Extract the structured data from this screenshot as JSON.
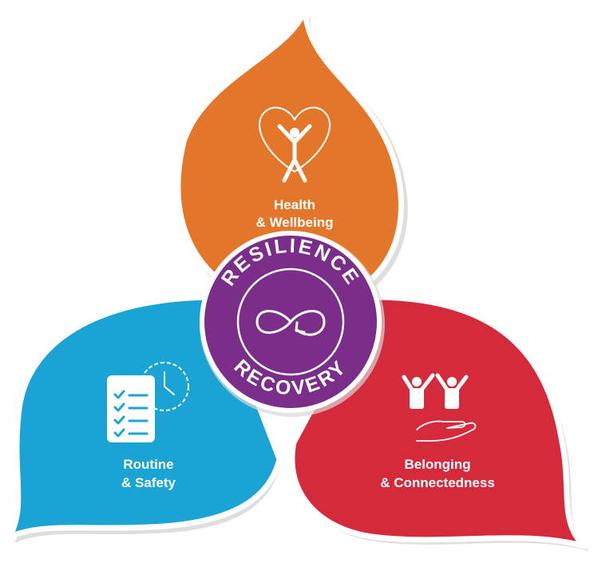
{
  "colors": {
    "health": "#E4762A",
    "routine": "#1AA3D5",
    "belonging": "#D42A3B",
    "center": "#7A2E8A",
    "outline": "#ffffff",
    "shadow": "#cfcfcf"
  },
  "center": {
    "top_text": "RESILIENCE",
    "bottom_text": "RECOVERY",
    "icon": "infinity-arrow-icon"
  },
  "petals": {
    "health": {
      "line1": "Health",
      "line2": "& Wellbeing",
      "icon": "person-heart-icon"
    },
    "routine": {
      "line1": "Routine",
      "line2": "& Safety",
      "icon": "checklist-clock-icon"
    },
    "belonging": {
      "line1": "Belonging",
      "line2": "& Connectedness",
      "icon": "people-hand-icon"
    }
  }
}
